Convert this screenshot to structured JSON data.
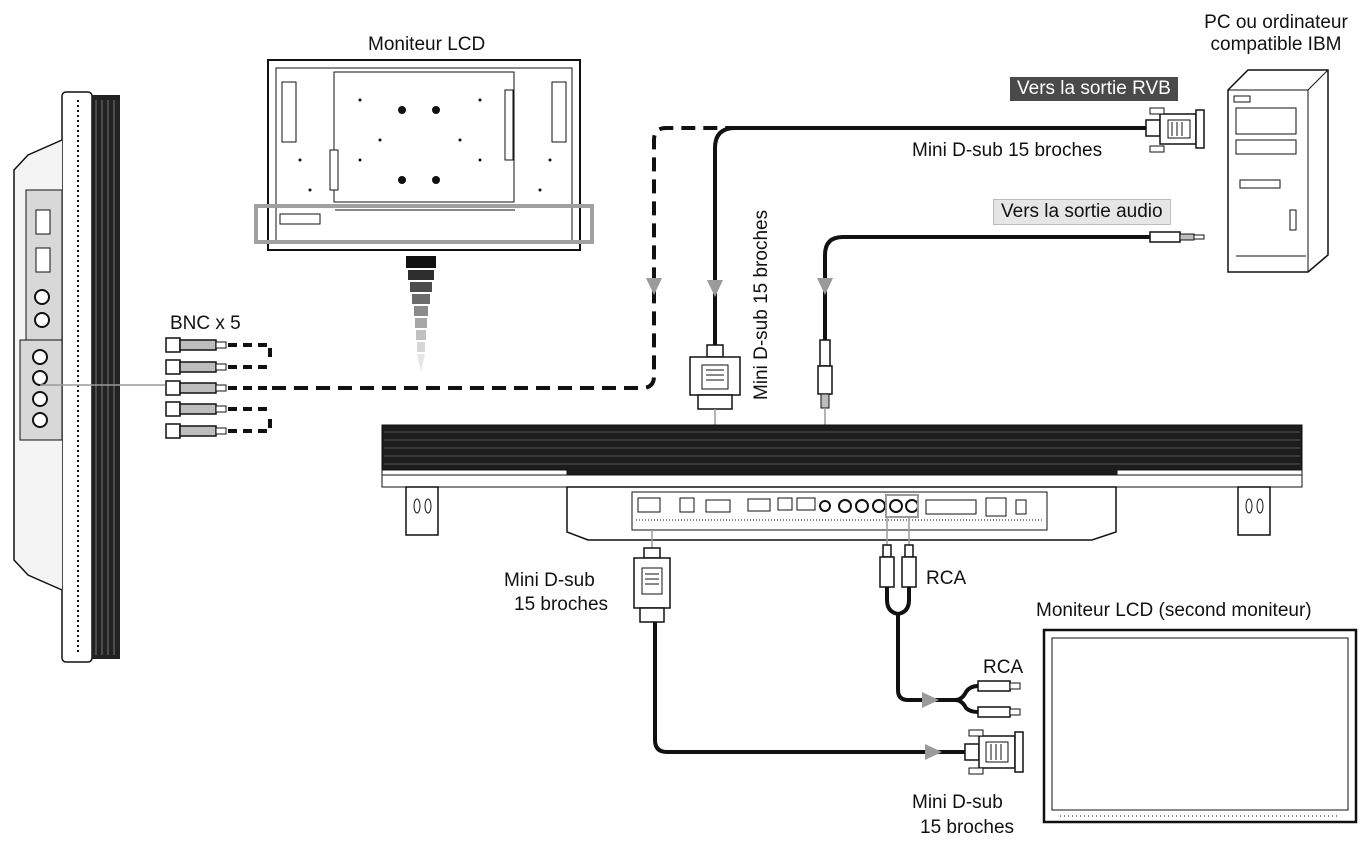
{
  "labels": {
    "top_monitor": "Moniteur LCD",
    "pc_line1": "PC ou ordinateur",
    "pc_line2": "compatible IBM",
    "rgb_out": "Vers la sortie RVB",
    "audio_out": "Vers la sortie audio",
    "dsub_pc": "Mini D-sub 15 broches",
    "dsub_vertical": "Mini D-sub 15 broches",
    "bnc": "BNC x 5",
    "dsub_out_line1": "Mini D-sub",
    "dsub_out_line2": "15 broches",
    "rca_top": "RCA",
    "second_monitor": "Moniteur LCD (second moniteur)",
    "rca_second": "RCA",
    "dsub_second_line1": "Mini D-sub",
    "dsub_second_line2": "15 broches"
  },
  "colors": {
    "cable": "#111111",
    "arrow": "#9a9a9a",
    "highlight": "#a0a0a0",
    "tag_dark": "#4a4a4a"
  }
}
